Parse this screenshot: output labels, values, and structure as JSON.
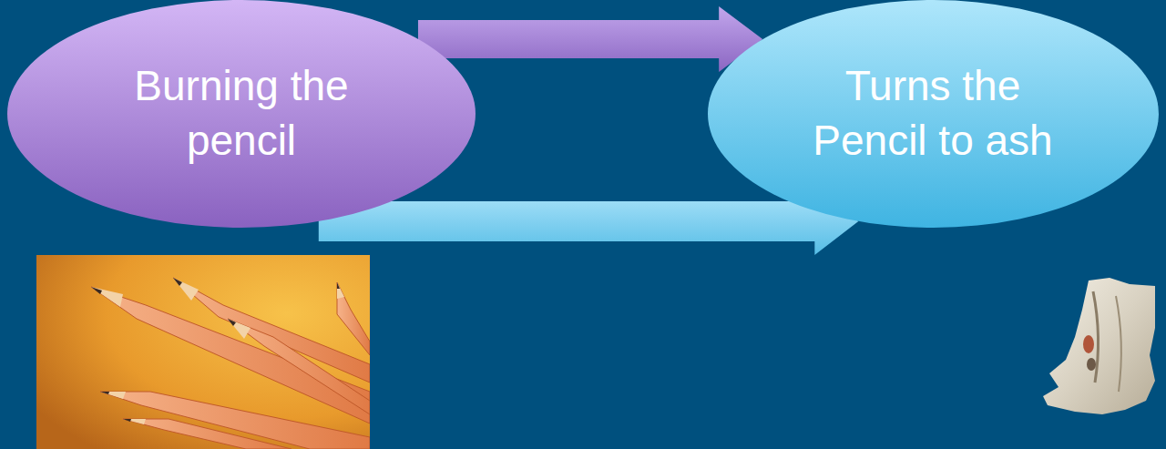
{
  "diagram": {
    "nodes": [
      {
        "text": [
          "Burning the pencil"
        ]
      },
      {
        "text": [
          "Turns the Pencil to ash"
        ]
      }
    ],
    "edges": [
      {
        "from": 0,
        "to": 1,
        "arrow": "to"
      },
      {
        "from": 0,
        "to": 1,
        "arrow": "to"
      }
    ]
  }
}
